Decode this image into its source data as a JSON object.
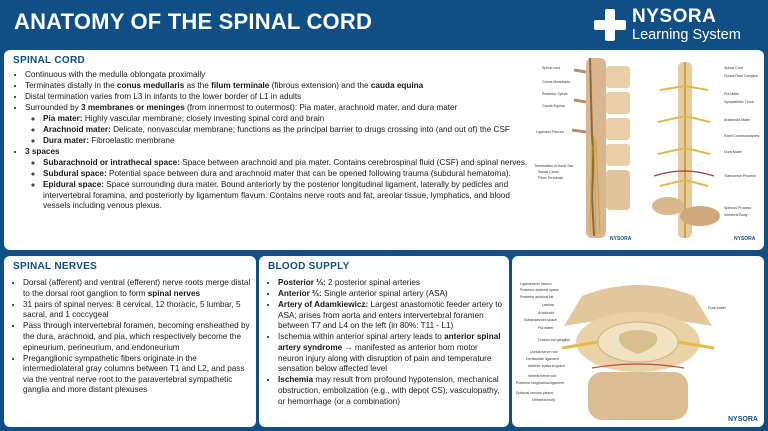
{
  "header": {
    "title": "ANATOMY OF THE SPINAL CORD",
    "logo_name": "NYSORA",
    "logo_sub": "Learning System"
  },
  "watermark": "NYSORA",
  "spinal_cord": {
    "title": "SPINAL CORD",
    "items": [
      [
        "Continuous with the medulla oblongata proximally"
      ],
      [
        "Terminates distally in the ",
        {
          "b": "conus medullaris"
        },
        " as the ",
        {
          "b": "filum terminale"
        },
        " (fibrous extension) and the ",
        {
          "b": "cauda equina"
        }
      ],
      [
        "Distal termination varies from L3 in infants to the lower border of L1 in adults"
      ],
      [
        "Surrounded by ",
        {
          "b": "3 membranes or meninges"
        },
        " (from innermost to outermost): Pia mater, arachnoid mater, and dura mater"
      ],
      [
        "SUB",
        [
          {
            "b": "Pia mater:"
          },
          " Highly vascular membrane; closely investing spinal cord and brain"
        ],
        [
          {
            "b": "Arachnoid mater:"
          },
          " Delicate, nonvascular membrane; functions as the principal barrier to drugs crossing into (and out of) the CSF"
        ],
        [
          {
            "b": "Dura mater:"
          },
          " Fibroelastic membrane"
        ]
      ],
      [
        {
          "b": "3 spaces"
        }
      ],
      [
        "SUB",
        [
          {
            "b": "Subarachnoid or intrathecal space:"
          },
          " Space between arachnoid and pia mater. Contains cerebrospinal fluid (CSF) and spinal nerves."
        ],
        [
          {
            "b": "Subdural space:"
          },
          " Potential space between dura and arachnoid mater that can be opened following trauma (subdural hematoma)."
        ],
        [
          {
            "b": "Epidural space:"
          },
          " Space surrounding dura mater. Bound anteriorly by the posterior longitudinal ligament, laterally by pedicles and intervertebral foramina, and posteriorly by ligamentum flavum. Contains nerve roots and fat, areolar tissue, lymphatics, and blood vessels including venous plexus."
        ]
      ]
    ]
  },
  "spinal_nerves": {
    "title": "SPINAL NERVES",
    "items": [
      [
        "Dorsal (afferent) and ventral (efferent) nerve roots merge distal to the dorsal root ganglion to form ",
        {
          "b": "spinal nerves"
        }
      ],
      [
        "31 pairs of spinal nerves: 8 cervical, 12 thoracic, 5 lumbar, 5 sacral, and 1 coccygeal"
      ],
      [
        "Pass through intervertebral foramen, becoming ensheathed by the dura, arachnoid, and pia, which respectively become the epineurium, perineurium, and endoneurium"
      ],
      [
        "Preganglionic sympathetic fibers originate in the intermediolateral gray columns between T1 and L2, and pass via the ventral nerve root to the paravertebral sympathetic ganglia and more distant plexuses"
      ]
    ]
  },
  "blood_supply": {
    "title": "BLOOD SUPPLY",
    "items": [
      [
        {
          "b": "Posterior ⅓:"
        },
        " 2 posterior spinal arteries"
      ],
      [
        {
          "b": "Anterior ⅔:"
        },
        " Single anterior spinal artery (ASA)"
      ],
      [
        {
          "b": "Artery of Adamkiewicz:"
        },
        " Largest anastomotic feeder artery to ASA; arises from aorta and enters intervertebral foramen between T7 and L4 on the left (in 80%: T11 - L1)"
      ],
      [
        "Ischemia within anterior spinal artery leads to ",
        {
          "b": "anterior spinal artery syndrome"
        },
        " → manifested as anterior horn motor neuron injury along with disruption of pain and temperature sensation below affected level"
      ],
      [
        {
          "b": "Ischemia"
        },
        " may result from profound hypotension, mechanical obstruction, embolization (e.g., with depot CS), vasculopathy, or hemorrhage (or a combination)"
      ]
    ]
  },
  "illus1": {
    "labels": [
      "Spinal cord",
      "Conus Medullaris",
      "Posterior Spinal",
      "Cauda Equina",
      "Ligament Flavum",
      "Termination of Dural Sac",
      "Sacral Canal",
      "Filum Terminale"
    ],
    "watermark": "NYSORA"
  },
  "illus2": {
    "labels": [
      "Spinal Cord",
      "Dorsal Root Ganglion",
      "Pia Mater",
      "Sympathetic Trunk",
      "Arachnoid Mater",
      "Rami Communicantes",
      "Dura Mater",
      "Transverse Process",
      "Spinous Process",
      "Vertebral Body"
    ],
    "watermark": "NYSORA"
  },
  "illus3": {
    "labels": [
      "Ligamentum flavum",
      "Posterior epidural space",
      "Posterior epidural fat",
      "Lamina",
      "Arachnoid",
      "Subarachnoid space",
      "Pia mater",
      "Dorsal root ganglion",
      "Dorsal nerve root",
      "Denticulate ligament",
      "Anterior epidural space",
      "Ventral nerve root",
      "Posterior longitudinal ligament",
      "Epidural venous plexus",
      "Vertebral body"
    ],
    "label_right": "Dura mater",
    "watermark": "NYSORA"
  },
  "colors": {
    "header_bg": "#0f4f86",
    "title_color": "#0f4f86"
  }
}
